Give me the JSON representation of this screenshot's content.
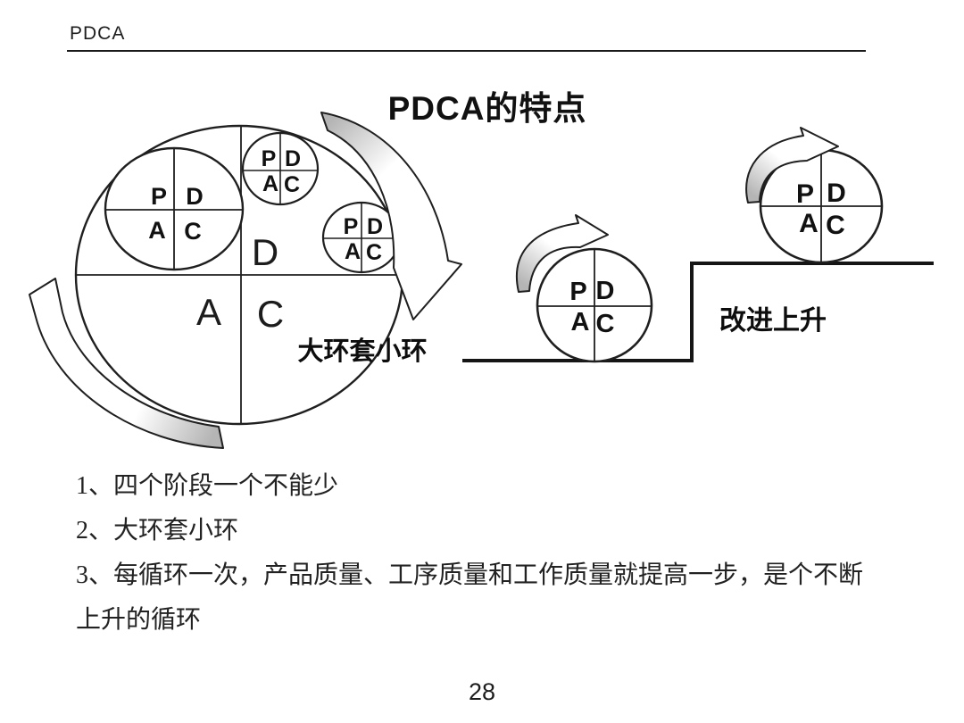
{
  "page": {
    "header": "PDCA",
    "title": "PDCA的特点",
    "page_number": "28"
  },
  "cycle_labels": {
    "plan": "P",
    "do": "D",
    "act": "A",
    "check": "C"
  },
  "captions": {
    "nested_loops": "大环套小环",
    "improve_rise": "改进上升"
  },
  "notes": [
    "1、四个阶段一个不能少",
    "2、大环套小环",
    "3、每循环一次，产品质量、工序质量和工作质量就提高一步，是个不断",
    "上升的循环"
  ],
  "colors": {
    "ink": "#1f1f1f",
    "arrow_gray": "#b5b5b5"
  }
}
